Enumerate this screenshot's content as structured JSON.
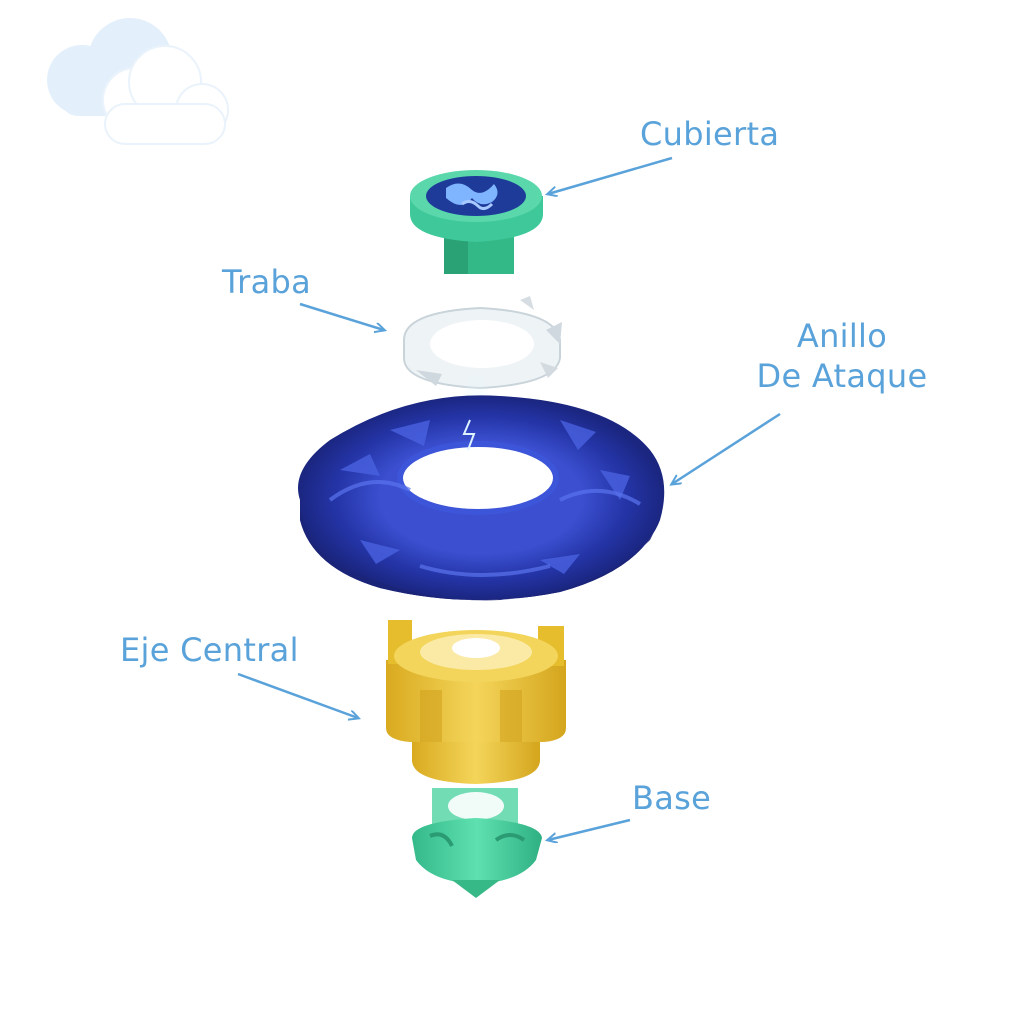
{
  "labels": {
    "cubierta": "Cubierta",
    "traba": "Traba",
    "anillo_line1": "Anillo",
    "anillo_line2": "De Ataque",
    "eje_central": "Eje Central",
    "base": "Base"
  },
  "colors": {
    "label_text": "#5aa2da",
    "arrow": "#5aa2da",
    "cloud": "#e3f0fb",
    "cubierta_green": "#3fc99a",
    "cubierta_disc": "#1e3b9a",
    "traba_clear": "#eef3f6",
    "anillo_blue": "#2a3aad",
    "eje_yellow": "#e9c43a",
    "base_green": "#4fd3a2"
  },
  "icons": [
    "cloud-icon"
  ]
}
